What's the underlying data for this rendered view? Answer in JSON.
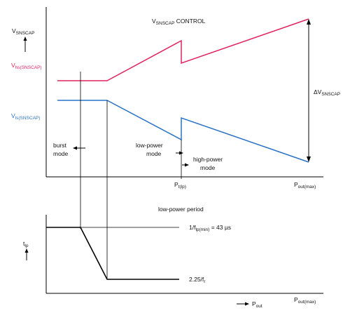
{
  "title": {
    "main": "V",
    "sub": "SNSCAP",
    "rest": " CONTROL"
  },
  "y_axis_top": {
    "main": "V",
    "sub": "SNSCAP"
  },
  "vhs": {
    "main": "V",
    "sub": "hs(SNSCAP)"
  },
  "vls": {
    "main": "V",
    "sub": "ls(SNSCAP)"
  },
  "delta": {
    "main": "ΔV",
    "sub": "SNSCAP"
  },
  "burst_mode": [
    "burst",
    "mode"
  ],
  "low_power_mode": [
    "low-power",
    "mode"
  ],
  "high_power_mode": [
    "high-power",
    "mode"
  ],
  "pt_lp": {
    "main": "P",
    "sub": "t(lp)"
  },
  "pout_max_top": {
    "main": "P",
    "sub": "out(max)"
  },
  "low_power_period": "low-power period",
  "fmin_label": {
    "pre": "1/f",
    "sub": "lp(min)",
    "post": " = 43 µs"
  },
  "fr_label": {
    "pre": "2.25/f",
    "sub": "r"
  },
  "tlp": {
    "main": "t",
    "sub": "lp"
  },
  "pout_max_bottom": {
    "main": "P",
    "sub": "out(max)"
  },
  "pout": {
    "main": "P",
    "sub": "out"
  },
  "colors": {
    "vhs": "#e0245e",
    "vls": "#2a73c5",
    "axis": "#000000"
  }
}
